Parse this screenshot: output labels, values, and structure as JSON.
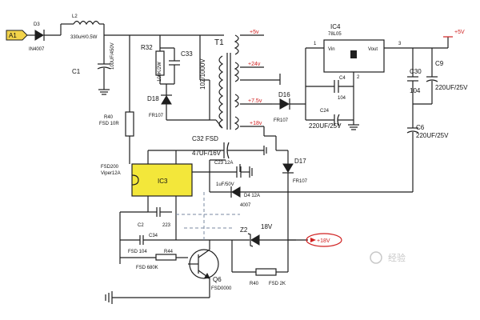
{
  "colors": {
    "wire": "#1f1f1f",
    "accent": "#d02020",
    "input_tag": "#f2d34a",
    "ic_body": "#f3e73a",
    "watermark": "#c8c8c8"
  },
  "input": {
    "label": "A1"
  },
  "d3": {
    "ref": "D3",
    "part": "IN4007"
  },
  "l2": {
    "ref": "L2",
    "value": "330uH/0.5W"
  },
  "c1": {
    "ref": "C1",
    "value": "100UF/450V"
  },
  "r40": {
    "ref": "R40",
    "value": "FSD 10R"
  },
  "r32": {
    "ref": "R32",
    "value": "100K/2W"
  },
  "c33": {
    "ref": "C33",
    "value": "102/1000V"
  },
  "d18": {
    "ref": "D18",
    "part": "FR107"
  },
  "t1": {
    "ref": "T1",
    "taps": [
      "+5v",
      "+24v",
      "+7.5v",
      "+18v"
    ]
  },
  "d16": {
    "ref": "D16",
    "part": "FR107"
  },
  "ic4": {
    "ref": "IC4",
    "part": "78L05",
    "vin": "Vin",
    "vout": "Vout",
    "pin1": "1",
    "pin2": "2",
    "pin3": "3"
  },
  "c4": {
    "ref": "C4",
    "value": "104"
  },
  "c24": {
    "ref": "C24",
    "value": "220UF/25V"
  },
  "c30": {
    "ref": "C30",
    "value": "104"
  },
  "c9": {
    "ref": "C9",
    "value": "220UF/25V"
  },
  "c6": {
    "ref": "C6",
    "value": "220UF/25V"
  },
  "out": {
    "label": "+5V"
  },
  "c32": {
    "ref": "C32 FSD",
    "value": "47UF/16V"
  },
  "c23": {
    "ref": "C23 12A",
    "value": "1uF/50V"
  },
  "d4": {
    "ref": "D4 12A",
    "part": "4007"
  },
  "d17": {
    "ref": "D17",
    "part": "FR107"
  },
  "ic3": {
    "ref": "IC3",
    "part": "FSD200",
    "sub": "Viper12A"
  },
  "c2": {
    "ref": "C2",
    "value": "223"
  },
  "c34": {
    "ref": "C34"
  },
  "r44": {
    "ref": "R44"
  },
  "fsd104": {
    "label": "FSD 104"
  },
  "fsd680": {
    "label": "FSD 680K"
  },
  "z2": {
    "ref": "Z2",
    "value": "18V"
  },
  "tag18": {
    "label": "+18V"
  },
  "r40b": {
    "ref": "R40",
    "value": "FSD 2K"
  },
  "q6": {
    "ref": "Q6",
    "part": "FSD0000"
  },
  "watermark": {
    "text": "经验"
  }
}
